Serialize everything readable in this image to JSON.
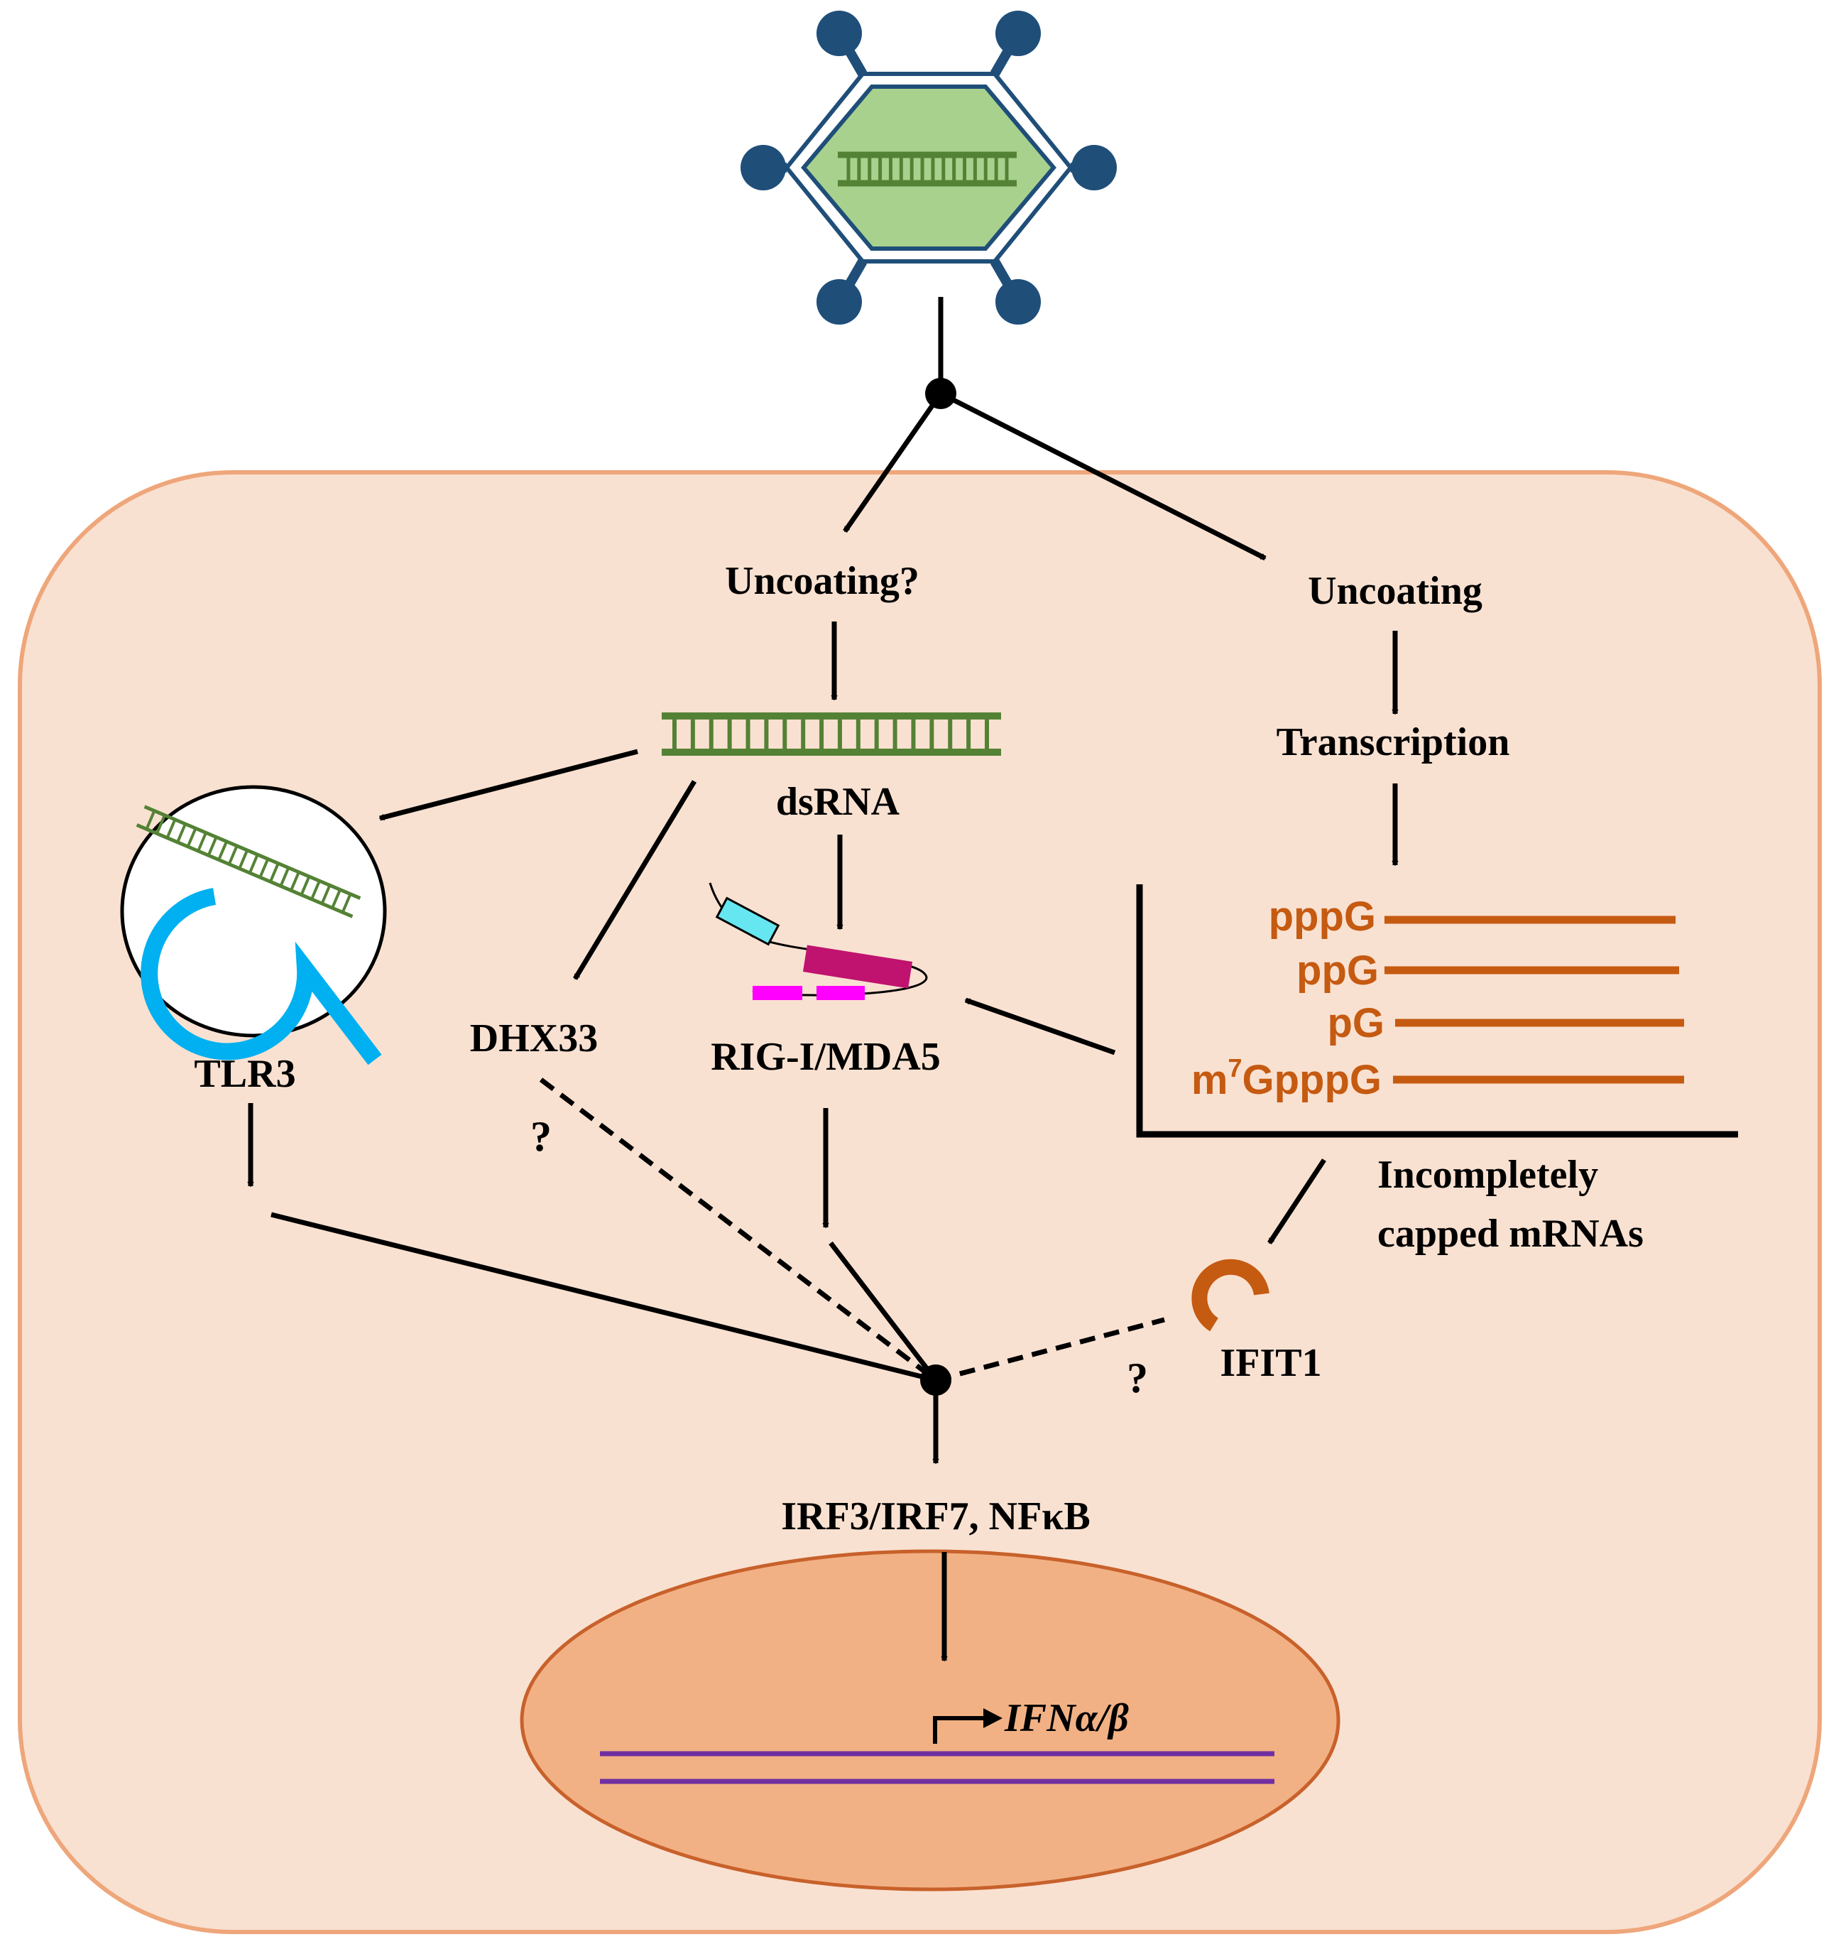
{
  "labels": {
    "uncoating_q": "Uncoating?",
    "uncoating": "Uncoating",
    "transcription": "Transcription",
    "dsrna": "dsRNA",
    "tlr3": "TLR3",
    "dhx33": "DHX33",
    "rigi": "RIG-I/MDA5",
    "q1": "?",
    "q2": "?",
    "incomplete1": "Incompletely",
    "incomplete2": "capped mRNAs",
    "ifit1": "IFIT1",
    "irf": "IRF3/IRF7, NFκB",
    "ifn": "IFNα/β"
  },
  "caps": {
    "ppp": "pppG",
    "pp": "ppG",
    "p": "pG",
    "m7_m": "m",
    "m7_sup": "7",
    "m7_rest": "GpppG"
  },
  "colors": {
    "cell_fill": "#f9e1d1",
    "cell_border": "#eea67a",
    "nucleus_fill": "#f2b184",
    "nucleus_border": "#c8612b",
    "virus_blue": "#1f4e79",
    "virus_green": "#a9d18e",
    "rna_green": "#548235",
    "cap_orange": "#c55a11",
    "tlr3_blue": "#00b0f0",
    "rig_cyan": "#66e6f0",
    "rig_magenta": "#c0136f",
    "rig_pink": "#ff00ff",
    "dna_purple": "#7030a0"
  }
}
